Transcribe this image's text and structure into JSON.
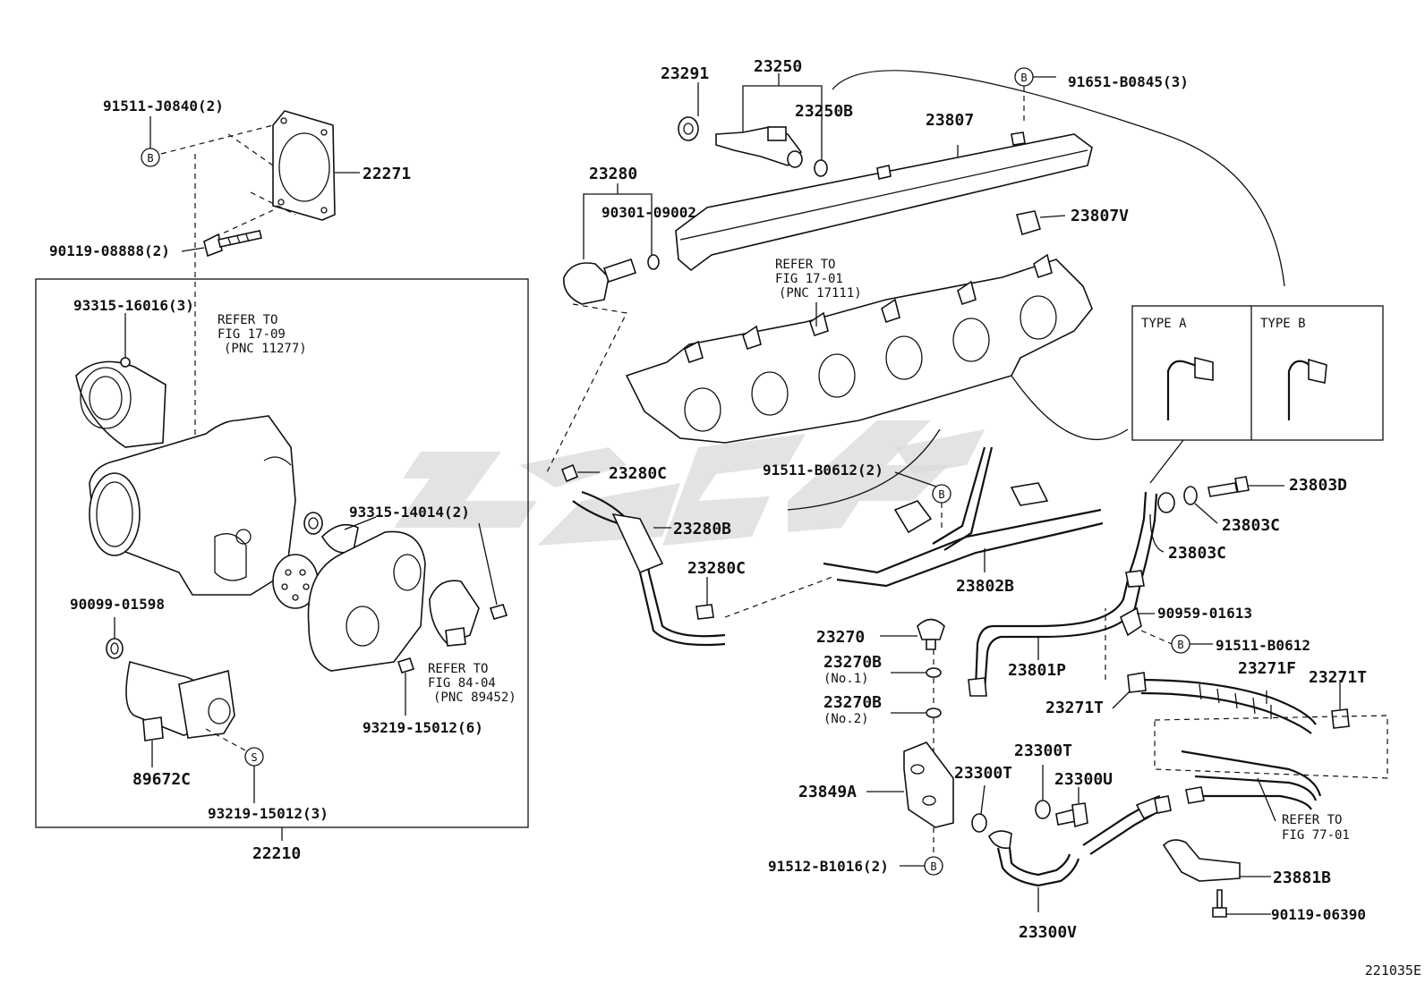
{
  "figure_id": "221035E",
  "symbols": {
    "b": "B",
    "s": "S"
  },
  "legend": {
    "type_a": "TYPE A",
    "type_b": "TYPE B"
  },
  "refs": {
    "fig17_09": [
      "REFER TO",
      "FIG 17-09",
      "(PNC 11277)"
    ],
    "fig17_01": [
      "REFER TO",
      "FIG 17-01",
      "(PNC 17111)"
    ],
    "fig84_04": [
      "REFER TO",
      "FIG 84-04",
      "(PNC 89452)"
    ],
    "fig77_01": [
      "REFER TO",
      "FIG 77-01"
    ]
  },
  "parts": {
    "p91511_j0840": "91511-J0840(2)",
    "p22271": "22271",
    "p90119_08888": "90119-08888(2)",
    "p93315_16016": "93315-16016(3)",
    "p93315_14014": "93315-14014(2)",
    "p90099_01598": "90099-01598",
    "p93219_15012_6": "93219-15012(6)",
    "p89672c": "89672C",
    "p93219_15012_3": "93219-15012(3)",
    "p22210": "22210",
    "p23291": "23291",
    "p23250": "23250",
    "p23250b": "23250B",
    "p91651_b0845": "91651-B0845(3)",
    "p23807": "23807",
    "p23280": "23280",
    "p90301_09002": "90301-09002",
    "p23807v": "23807V",
    "p23280c_a": "23280C",
    "p91511_b0612_2": "91511-B0612(2)",
    "p23280b": "23280B",
    "p23280c_b": "23280C",
    "p23802b": "23802B",
    "p23803d": "23803D",
    "p23803c_a": "23803C",
    "p23803c_b": "23803C",
    "p90959_01613": "90959-01613",
    "p91511_b0612": "91511-B0612",
    "p23270": "23270",
    "p23270b_1": "23270B",
    "no1": "(No.1)",
    "p23270b_2": "23270B",
    "no2": "(No.2)",
    "p23801p": "23801P",
    "p23271f": "23271F",
    "p23271t_a": "23271T",
    "p23271t_b": "23271T",
    "p23300t_a": "23300T",
    "p23300t_b": "23300T",
    "p23300u": "23300U",
    "p23849a": "23849A",
    "p91512_b1016": "91512-B1016(2)",
    "p23881b": "23881B",
    "p90119_06390": "90119-06390",
    "p23300v": "23300V"
  }
}
